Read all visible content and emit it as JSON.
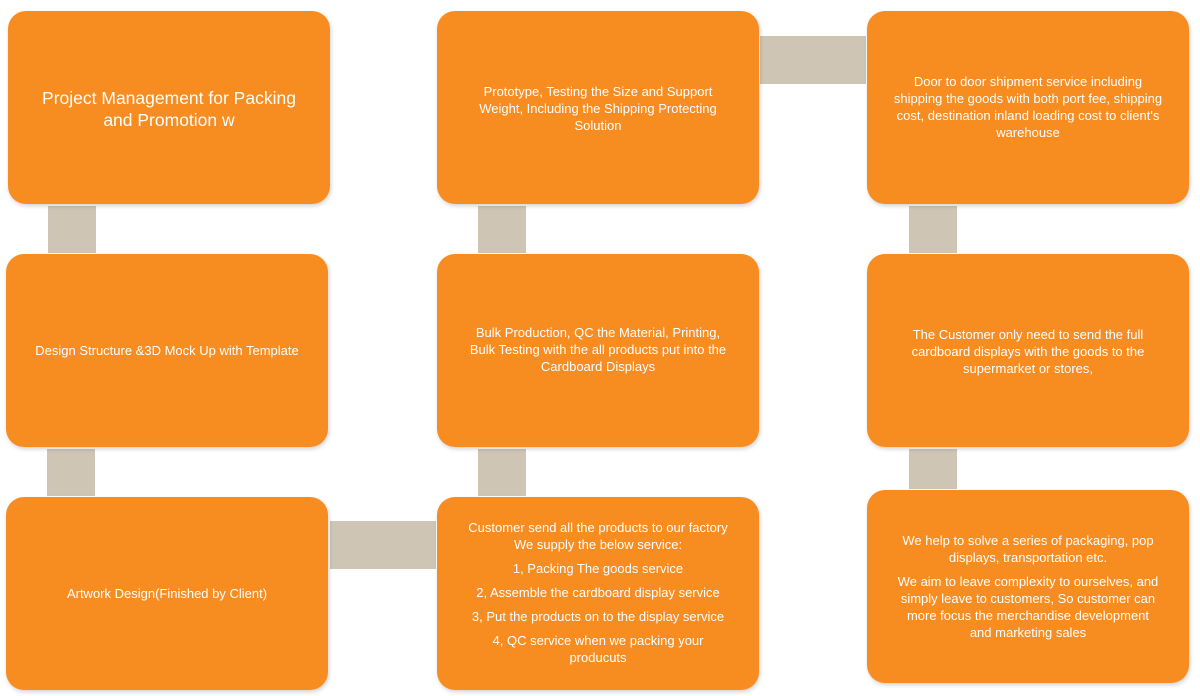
{
  "steps": [
    {
      "id": "b1",
      "lines": [
        "Project Management for Packing",
        "and Promotion w"
      ]
    },
    {
      "id": "b2",
      "lines": [
        "Design Structure &3D Mock Up with Template"
      ]
    },
    {
      "id": "b3",
      "lines": [
        "Artwork Design(Finished by Client)"
      ]
    },
    {
      "id": "b4",
      "lines": [
        "Prototype, Testing the Size and Support",
        "Weight, Including the Shipping Protecting",
        "Solution"
      ]
    },
    {
      "id": "b5",
      "lines": [
        "Bulk Production, QC the Material, Printing,",
        "Bulk Testing with the all products put into the",
        "Cardboard Displays"
      ]
    },
    {
      "id": "b6",
      "lines": [
        "Customer send all the products to our factory",
        "We supply the below service:",
        "1, Packing The goods service",
        "2, Assemble the cardboard display service",
        "3,  Put the products on to the display service",
        "4, QC service when we packing your",
        "producuts"
      ]
    },
    {
      "id": "b7",
      "lines": [
        "Door to door shipment service including",
        "shipping the goods with both port fee, shipping",
        "cost, destination inland loading cost  to client's",
        "warehouse"
      ]
    },
    {
      "id": "b8",
      "lines": [
        "The Customer only need to send the full",
        "cardboard displays with the goods to the",
        "supermarket or stores,"
      ]
    },
    {
      "id": "b9",
      "lines": [
        "We help to solve a series of packaging, pop",
        "displays,  transportation etc.",
        "We aim to leave complexity to ourselves, and",
        "simply  leave  to customers, So customer can",
        "more focus the merchandise  development",
        "and  marketing sales"
      ]
    }
  ],
  "colors": {
    "box": "#f78c20",
    "connector": "#cec5b4",
    "text": "#ffffff"
  }
}
